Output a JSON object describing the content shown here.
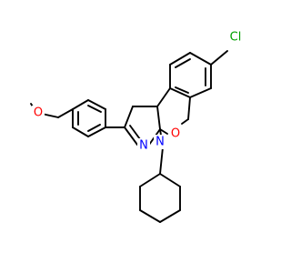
{
  "molecule": {
    "atoms": [
      {
        "id": "cl",
        "symbol": "Cl",
        "color": "#00a000"
      },
      {
        "id": "o-ring",
        "symbol": "O",
        "color": "#ff0000"
      },
      {
        "id": "n1",
        "symbol": "N",
        "color": "#0000ff"
      },
      {
        "id": "n2",
        "symbol": "N",
        "color": "#0000ff"
      },
      {
        "id": "o-methoxy",
        "symbol": "O",
        "color": "#ff0000"
      }
    ],
    "bond_color": "#000000",
    "background": "#ffffff"
  }
}
